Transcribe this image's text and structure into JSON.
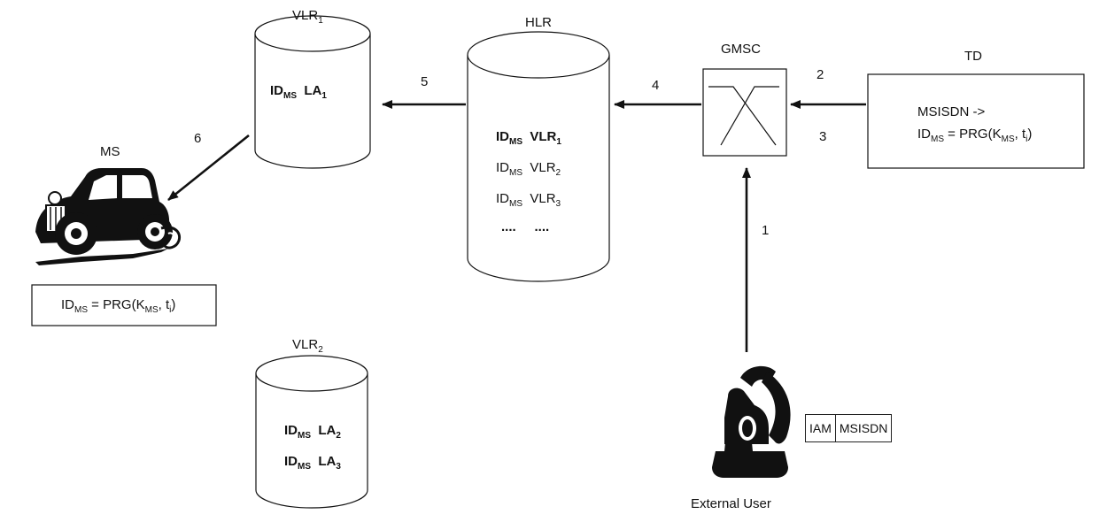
{
  "labels": {
    "vlr1": {
      "main": "VLR",
      "sub": "1"
    },
    "vlr2": {
      "main": "VLR",
      "sub": "2"
    },
    "hlr": "HLR",
    "gmsc": "GMSC",
    "td": "TD",
    "ms": "MS",
    "external_user": "External User"
  },
  "vlr1_rows": [
    {
      "id": "ID",
      "id_sub": "MS",
      "val": "LA",
      "val_sub": "1"
    }
  ],
  "vlr2_rows": [
    {
      "id": "ID",
      "id_sub": "MS",
      "val": "LA",
      "val_sub": "2"
    },
    {
      "id": "ID",
      "id_sub": "MS",
      "val": "LA",
      "val_sub": "3"
    }
  ],
  "hlr_rows": [
    {
      "id": "ID",
      "id_sub": "MS",
      "val": "VLR",
      "val_sub": "1"
    },
    {
      "id": "ID",
      "id_sub": "MS",
      "val": "VLR",
      "val_sub": "2"
    },
    {
      "id": "ID",
      "id_sub": "MS",
      "val": "VLR",
      "val_sub": "3"
    },
    {
      "id": "....",
      "val": "...."
    }
  ],
  "td_box": {
    "line1": "MSISDN ->",
    "line2_id": "ID",
    "line2_id_sub": "MS",
    "line2_eq": " = PRG(K",
    "line2_k_sub": "MS",
    "line2_t": ", t",
    "line2_t_sub": "i",
    "line2_end": ")"
  },
  "ms_box": {
    "id": "ID",
    "id_sub": "MS",
    "eq": " = PRG(K",
    "k_sub": "MS",
    "t": ", t",
    "t_sub": "i",
    "end": ")"
  },
  "arrow_numbers": [
    "1",
    "2",
    "3",
    "4",
    "5",
    "6"
  ],
  "message": {
    "type": "IAM",
    "number": "MSISDN"
  }
}
